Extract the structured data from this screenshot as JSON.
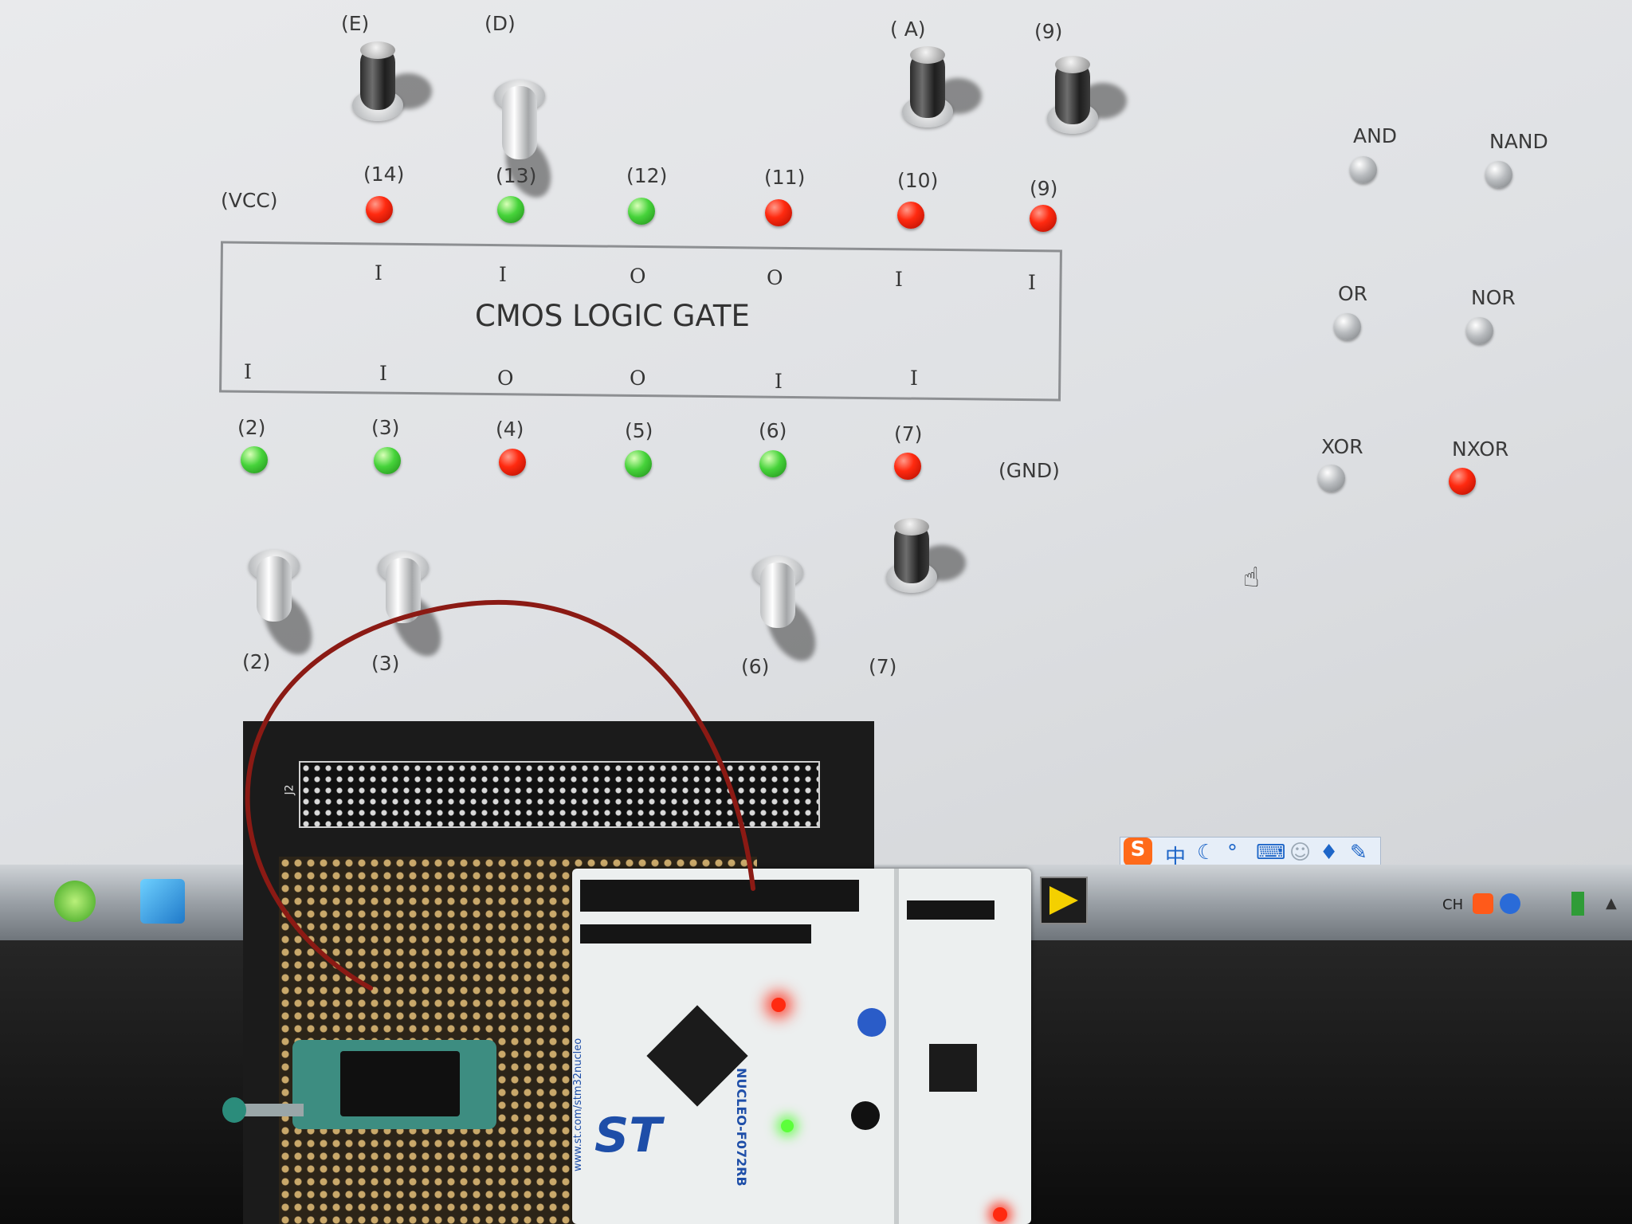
{
  "chip": {
    "title": "CMOS LOGIC GATE"
  },
  "top_labels": {
    "vcc": "(VCC)",
    "gnd": "(GND)"
  },
  "top_switches": [
    {
      "id": "E",
      "label": "(E)",
      "state": "off"
    },
    {
      "id": "D",
      "label": "(D)",
      "state": "on"
    },
    {
      "id": "A",
      "label": "( A)",
      "state": "off"
    },
    {
      "id": "9",
      "label": "(9)",
      "state": "off"
    }
  ],
  "bottom_switches": [
    {
      "id": "2",
      "label": "(2)",
      "state": "on"
    },
    {
      "id": "3",
      "label": "(3)",
      "state": "on"
    },
    {
      "id": "6",
      "label": "(6)",
      "state": "on"
    },
    {
      "id": "7",
      "label": "(7)",
      "state": "off"
    }
  ],
  "top_pins": [
    {
      "num": "(14)",
      "io": "I",
      "led": "red"
    },
    {
      "num": "(13)",
      "io": "I",
      "led": "green"
    },
    {
      "num": "(12)",
      "io": "O",
      "led": "green"
    },
    {
      "num": "(11)",
      "io": "O",
      "led": "red"
    },
    {
      "num": "(10)",
      "io": "I",
      "led": "red"
    },
    {
      "num": "(9)",
      "io": "I",
      "led": "red"
    }
  ],
  "bottom_pins": [
    {
      "num": "(2)",
      "io": "I",
      "led": "green"
    },
    {
      "num": "(3)",
      "io": "I",
      "led": "green"
    },
    {
      "num": "(4)",
      "io": "O",
      "led": "red"
    },
    {
      "num": "(5)",
      "io": "O",
      "led": "green"
    },
    {
      "num": "(6)",
      "io": "I",
      "led": "green"
    },
    {
      "num": "(7)",
      "io": "I",
      "led": "red"
    }
  ],
  "gates": [
    {
      "name": "AND",
      "led": "gray"
    },
    {
      "name": "NAND",
      "led": "gray"
    },
    {
      "name": "OR",
      "led": "gray"
    },
    {
      "name": "NOR",
      "led": "gray"
    },
    {
      "name": "XOR",
      "led": "gray"
    },
    {
      "name": "NXOR",
      "led": "red"
    }
  ],
  "ime": {
    "lang": "中",
    "logo": "S"
  },
  "tray": {
    "lang": "CH"
  },
  "board": {
    "name": "NUCLEO-F072RB",
    "site": "www.st.com/stm32nucleo",
    "header": "J2"
  },
  "colors": {
    "led_red": "#ff2a10",
    "led_green": "#46d33a",
    "led_gray": "#b9bcbf",
    "wire": "#8b1a14"
  }
}
